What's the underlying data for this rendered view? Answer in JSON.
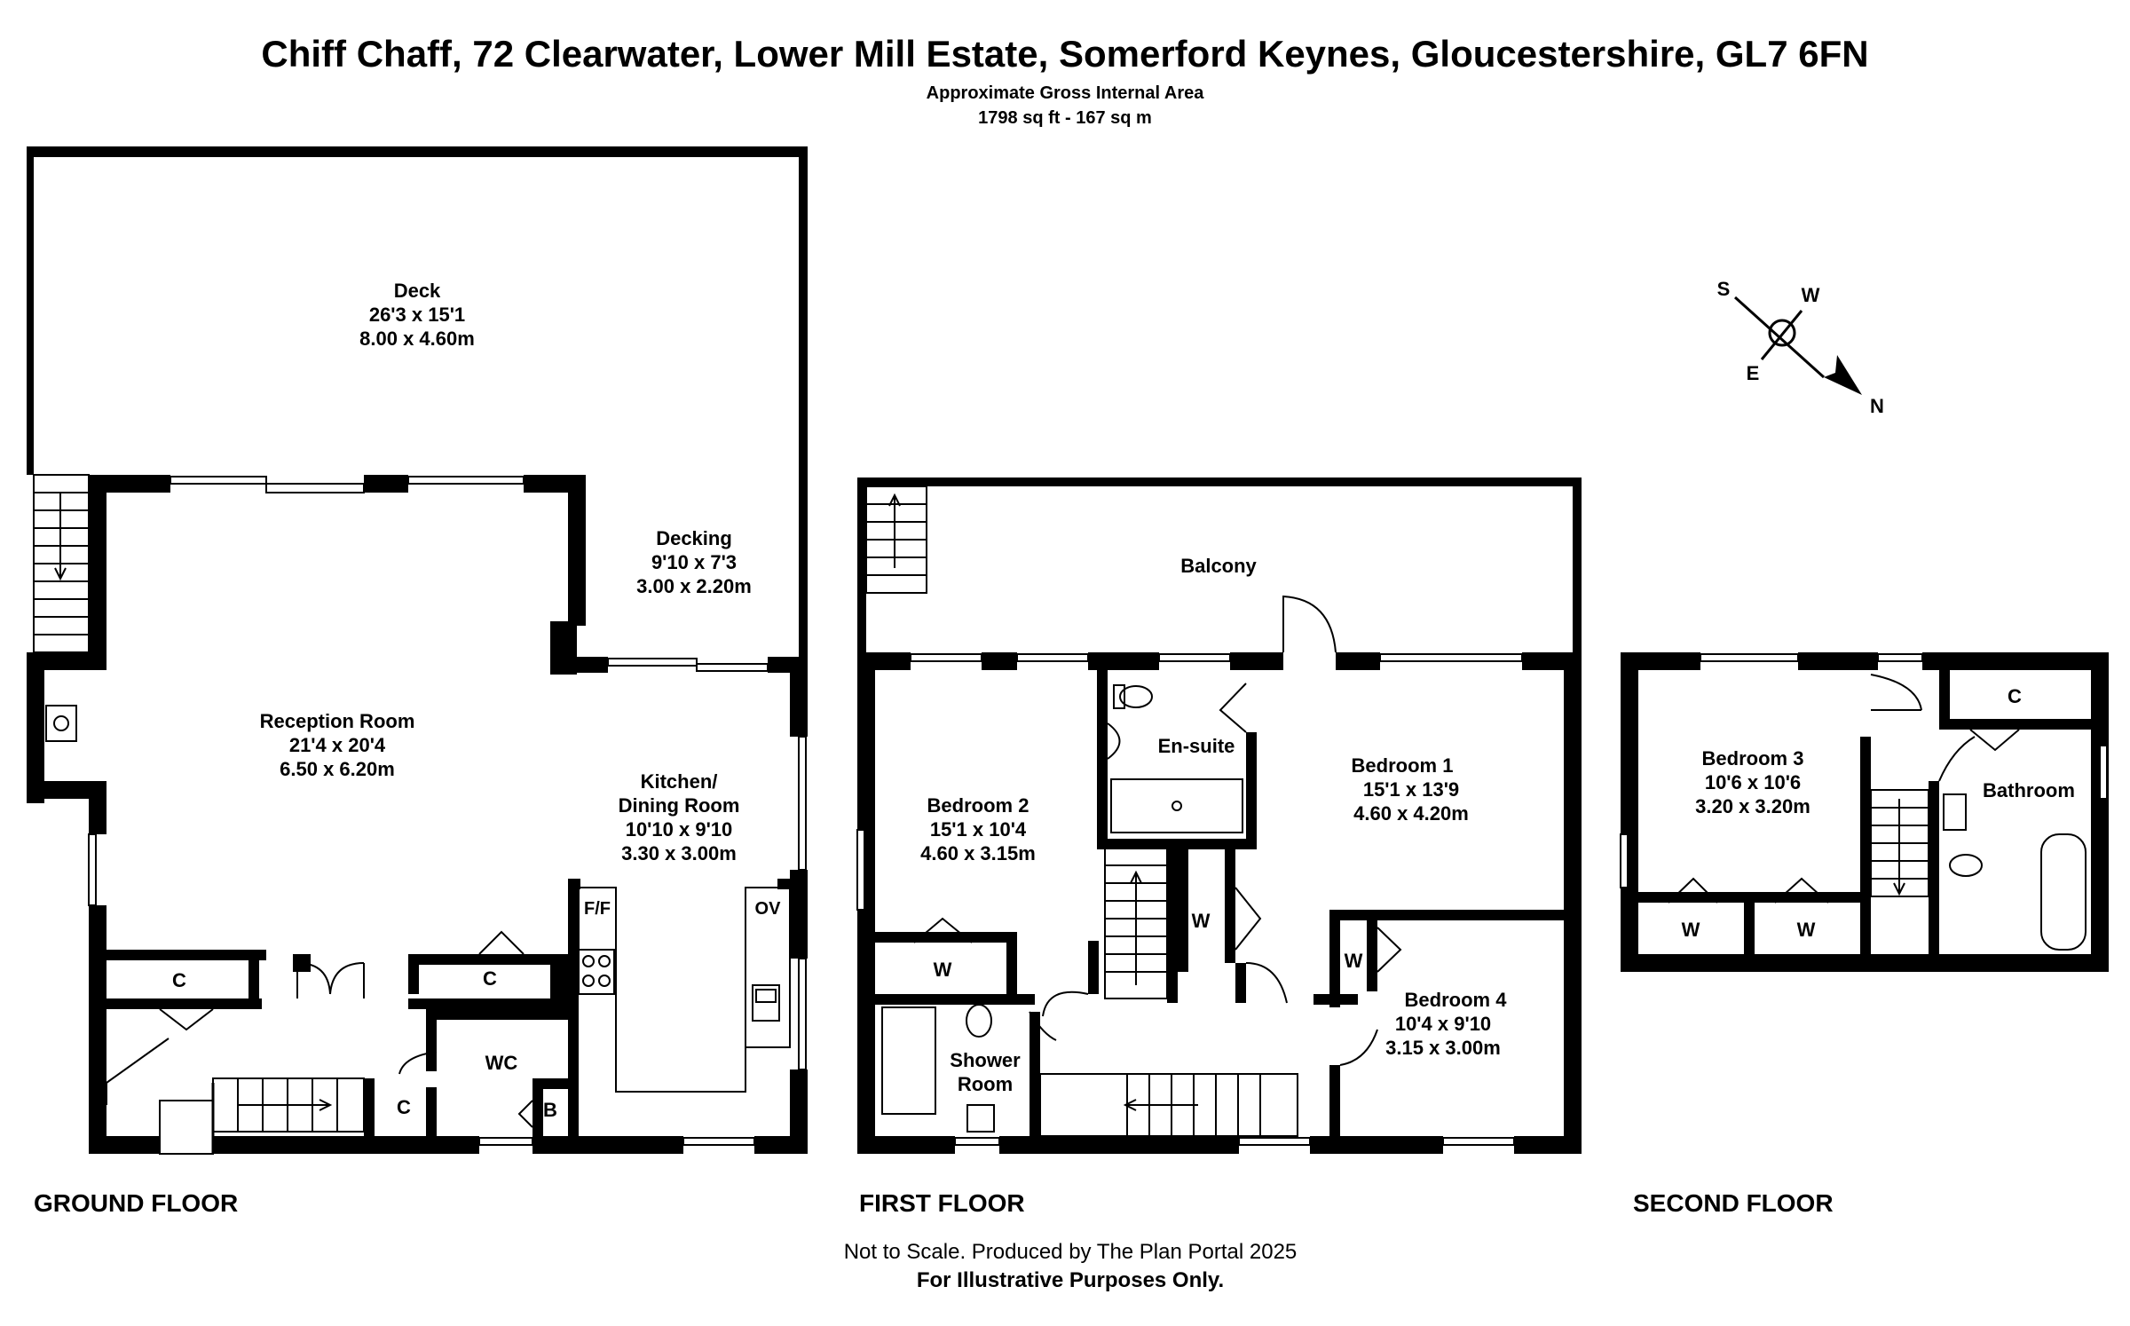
{
  "header": {
    "title": "Chiff Chaff, 72 Clearwater, Lower Mill Estate, Somerford Keynes, Gloucestershire, GL7 6FN",
    "area_label": "Approximate Gross Internal Area",
    "area_value": "1798 sq ft - 167 sq m"
  },
  "compass": {
    "s": "S",
    "w": "W",
    "e": "E",
    "n": "N"
  },
  "ground_floor": {
    "label": "GROUND FLOOR",
    "deck": {
      "name": "Deck",
      "imperial": "26'3 x 15'1",
      "metric": "8.00 x 4.60m"
    },
    "decking": {
      "name": "Decking",
      "imperial": "9'10 x 7'3",
      "metric": "3.00 x 2.20m"
    },
    "reception": {
      "name": "Reception Room",
      "imperial": "21'4 x 20'4",
      "metric": "6.50 x 6.20m"
    },
    "kitchen": {
      "name_line1": "Kitchen/",
      "name_line2": "Dining Room",
      "imperial": "10'10 x 9'10",
      "metric": "3.30 x 3.00m"
    },
    "ff": "F/F",
    "ov": "OV",
    "c1": "C",
    "c2": "C",
    "c3": "C",
    "wc": "WC",
    "b": "B"
  },
  "first_floor": {
    "label": "FIRST FLOOR",
    "balcony": "Balcony",
    "ensuite": "En-suite",
    "bedroom1": {
      "name": "Bedroom 1",
      "imperial": "15'1 x 13'9",
      "metric": "4.60 x 4.20m"
    },
    "bedroom2": {
      "name": "Bedroom 2",
      "imperial": "15'1 x 10'4",
      "metric": "4.60 x 3.15m"
    },
    "bedroom4": {
      "name": "Bedroom 4",
      "imperial": "10'4 x 9'10",
      "metric": "3.15 x 3.00m"
    },
    "shower_line1": "Shower",
    "shower_line2": "Room",
    "w1": "W",
    "w2": "W",
    "w3": "W"
  },
  "second_floor": {
    "label": "SECOND FLOOR",
    "bedroom3": {
      "name": "Bedroom 3",
      "imperial": "10'6 x 10'6",
      "metric": "3.20 x 3.20m"
    },
    "bathroom": "Bathroom",
    "c": "C",
    "w1": "W",
    "w2": "W"
  },
  "footer": {
    "line1": "Not to Scale. Produced by The Plan Portal 2025",
    "line2": "For Illustrative Purposes Only."
  }
}
